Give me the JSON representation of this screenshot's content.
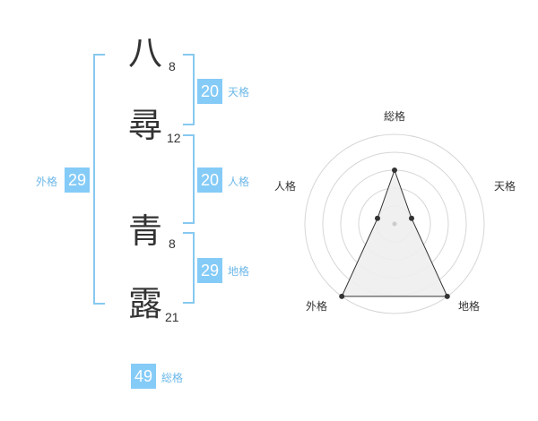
{
  "characters": [
    {
      "char": "八",
      "strokes": "8"
    },
    {
      "char": "尋",
      "strokes": "12"
    },
    {
      "char": "青",
      "strokes": "8"
    },
    {
      "char": "露",
      "strokes": "21"
    }
  ],
  "grids": {
    "tenkaku": {
      "value": "20",
      "label": "天格"
    },
    "jinkaku": {
      "value": "20",
      "label": "人格"
    },
    "chikaku": {
      "value": "29",
      "label": "地格"
    },
    "gaikaku": {
      "value": "29",
      "label": "外格"
    },
    "soukaku": {
      "value": "49",
      "label": "総格"
    }
  },
  "colors": {
    "accent": "#85cbf7",
    "bracket": "#87c9f0",
    "text": "#333333"
  },
  "chart_data": {
    "type": "radar",
    "axes": [
      "総格",
      "天格",
      "地格",
      "外格",
      "人格"
    ],
    "values": [
      3,
      1,
      5,
      5,
      1
    ],
    "max": 5,
    "rings": 5,
    "fill_color": "#eeeeee",
    "line_color": "#333333"
  }
}
